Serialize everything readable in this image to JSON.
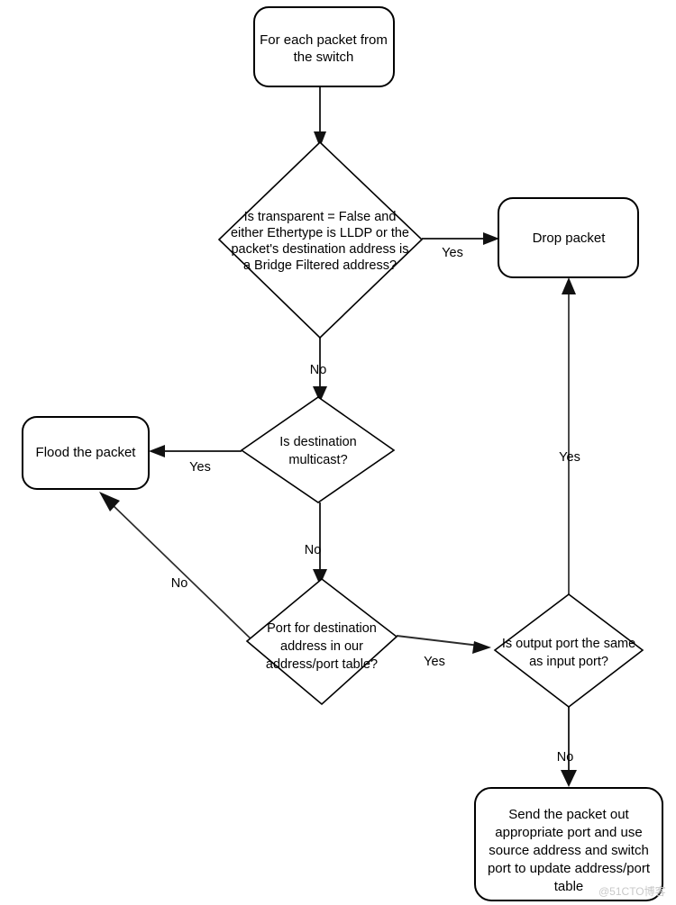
{
  "diagram": {
    "title": "Packet forwarding decision flowchart",
    "background_color": "#ffffff",
    "stroke_color": "#000000",
    "connector_color": "#2b2b2b"
  },
  "nodes": {
    "start": {
      "kind": "terminator",
      "lines": [
        "For each packet from",
        "the switch"
      ]
    },
    "decision_transparent": {
      "kind": "decision",
      "lines": [
        "Is transparent = False and",
        "either Ethertype is LLDP or the",
        "packet's destination address is",
        "a Bridge Filtered address?"
      ]
    },
    "drop_packet": {
      "kind": "process",
      "lines": [
        "Drop packet"
      ]
    },
    "decision_multicast": {
      "kind": "decision",
      "lines": [
        "Is destination",
        "multicast?"
      ]
    },
    "flood_packet": {
      "kind": "process",
      "lines": [
        "Flood the packet"
      ]
    },
    "decision_port_table": {
      "kind": "decision",
      "lines": [
        "Port for destination",
        "address in our",
        "address/port table?"
      ]
    },
    "decision_same_port": {
      "kind": "decision",
      "lines": [
        "Is output port the same",
        "as input port?"
      ]
    },
    "send_packet": {
      "kind": "process",
      "lines": [
        "Send the packet out",
        "appropriate port and use",
        "source address and switch",
        "port to update address/port",
        "table"
      ]
    }
  },
  "edges": {
    "start_to_transparent": {
      "label": ""
    },
    "transparent_yes": {
      "label": "Yes"
    },
    "transparent_no": {
      "label": "No"
    },
    "multicast_yes": {
      "label": "Yes"
    },
    "multicast_no": {
      "label": "No"
    },
    "port_table_yes": {
      "label": "Yes"
    },
    "port_table_no": {
      "label": "No"
    },
    "same_port_yes": {
      "label": "Yes"
    },
    "same_port_no": {
      "label": "No"
    }
  },
  "watermark": {
    "text": "@51CTO博客"
  }
}
